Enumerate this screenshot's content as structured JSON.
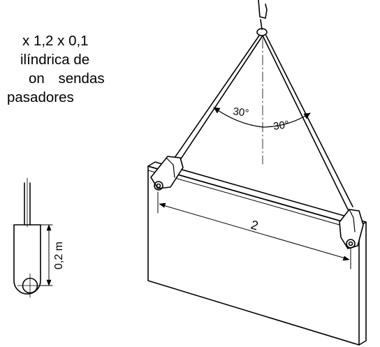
{
  "problem_text": {
    "lines": [
      "x 1,2 x 0,1",
      "ilíndrica de",
      "on sendas",
      "pasadores"
    ]
  },
  "detail": {
    "dimension_label": "0,2 m"
  },
  "figure": {
    "angle_left": "30°",
    "angle_right": "30°",
    "span_label": "2"
  }
}
